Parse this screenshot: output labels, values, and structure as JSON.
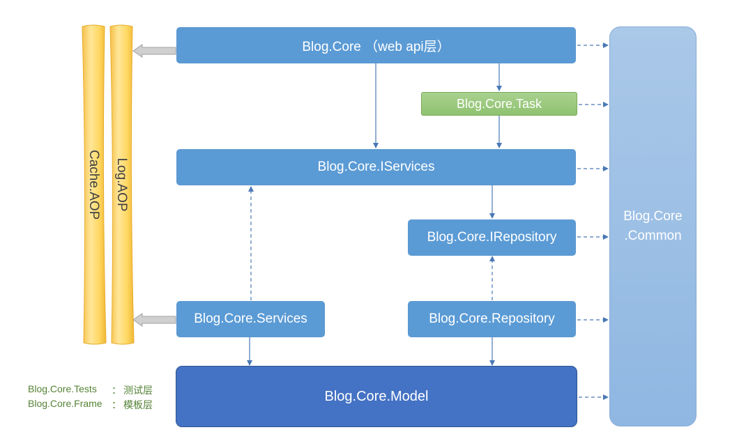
{
  "nodes": {
    "web_api": "Blog.Core （web api层）",
    "task": "Blog.Core.Task",
    "iservices": "Blog.Core.IServices",
    "irepository": "Blog.Core.IRepository",
    "services": "Blog.Core.Services",
    "repository": "Blog.Core.Repository",
    "model": "Blog.Core.Model",
    "common_line1": "Blog.Core",
    "common_line2": ".Common",
    "cache_aop": "Cache.AOP",
    "log_aop": "Log.AOP"
  },
  "legend": [
    {
      "name": "Blog.Core.Tests",
      "sep": "：",
      "desc": "测试层"
    },
    {
      "name": "Blog.Core.Frame",
      "sep": "：",
      "desc": "模板层"
    }
  ],
  "colors": {
    "node_blue": "#5b9bd5",
    "model_blue": "#4472c4",
    "task_green": "#a9d18e",
    "common_blue": "#9dc3e6",
    "aop_yellow": "#ffd966",
    "legend_green": "#548235",
    "arrow": "#4a78b5"
  }
}
